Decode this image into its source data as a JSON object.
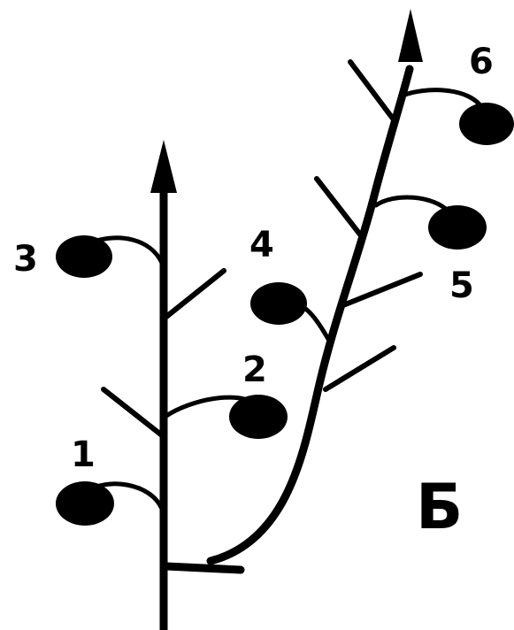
{
  "fruit_labels": {
    "f1": "1",
    "f2": "2",
    "f3": "3",
    "f4": "4",
    "f5": "5",
    "f6": "6"
  },
  "panel_label": "Б",
  "colors": {
    "ink": "#000000",
    "background": "#ffffff"
  }
}
